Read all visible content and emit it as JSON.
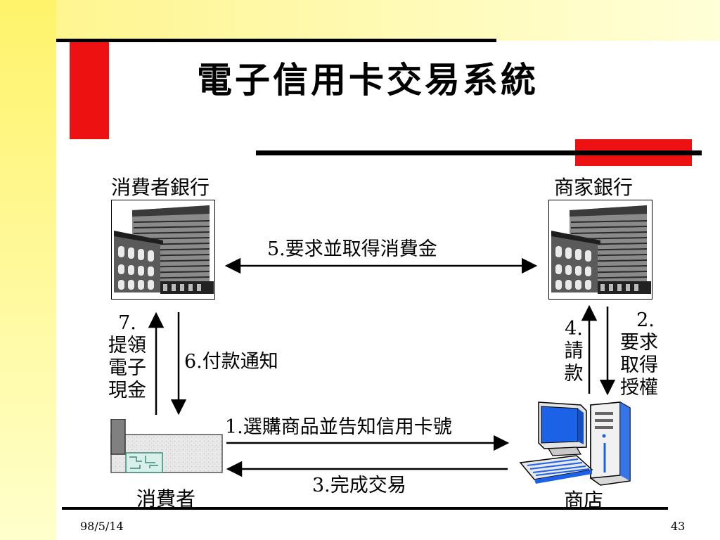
{
  "slide": {
    "title": "電子信用卡交易系統",
    "footer_date": "98/5/14",
    "page_number": "43"
  },
  "colors": {
    "yellow_band": "#ffff66",
    "accent_red": "#ee1111",
    "rule_black": "#000000",
    "monitor_blue": "#1b62e6"
  },
  "nodes": {
    "consumer_bank": "消費者銀行",
    "merchant_bank": "商家銀行",
    "consumer": "消費者",
    "store": "商店"
  },
  "steps": {
    "step1": "1.選購商品並告知信用卡號",
    "step2_num": "2.",
    "step2_lines": [
      "要求",
      "取得",
      "授權"
    ],
    "step3": "3.完成交易",
    "step4_num": "4.",
    "step4_lines": [
      "請",
      "款"
    ],
    "step5": "5.要求並取得消費金",
    "step6": "6.付款通知",
    "step7_num": "7.",
    "step7_lines": [
      "提領",
      "電子",
      "現金"
    ]
  },
  "icons": {
    "bank": "bank-building-icon",
    "card": "smart-card-icon",
    "computer": "desktop-computer-icon"
  }
}
